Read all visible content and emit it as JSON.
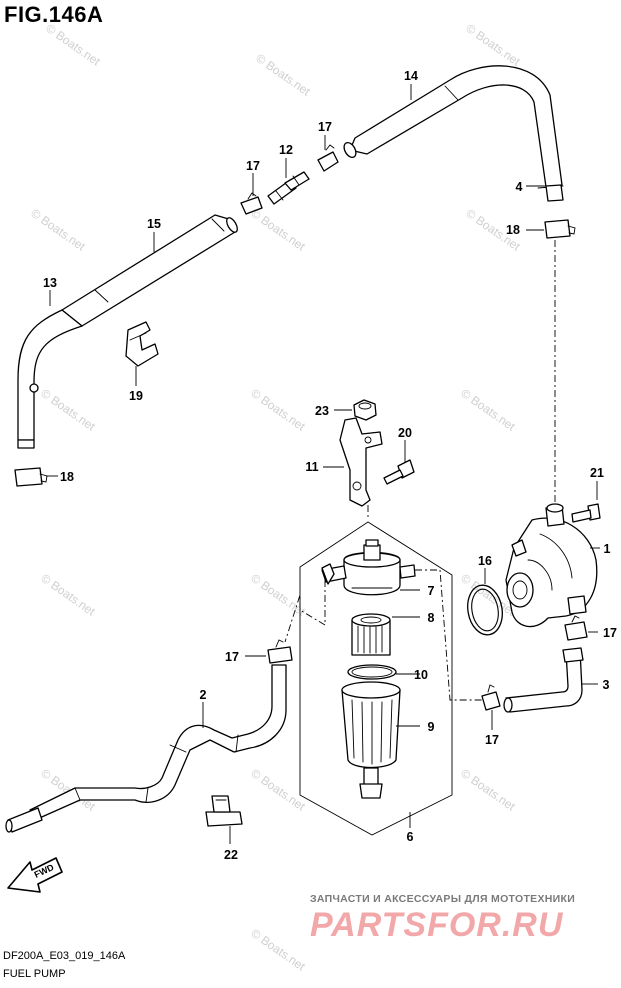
{
  "figure": {
    "title": "FIG.146A",
    "code": "DF200A_E03_019_146A",
    "name": "FUEL PUMP"
  },
  "watermark": {
    "text": "© Boats.net",
    "count": 13
  },
  "banner": {
    "tagline": "ЗАПЧАСТИ И АКСЕССУАРЫ ДЛЯ МОТОТЕХНИКИ",
    "brand": "PARTSFOR.RU",
    "color": "#f2a7a9"
  },
  "fwd_label": "FWD",
  "callouts": [
    "14",
    "17",
    "12",
    "17",
    "4",
    "18",
    "15",
    "13",
    "19",
    "18",
    "23",
    "20",
    "11",
    "21",
    "1",
    "16",
    "7",
    "8",
    "17",
    "17",
    "10",
    "3",
    "2",
    "9",
    "17",
    "22",
    "6"
  ]
}
